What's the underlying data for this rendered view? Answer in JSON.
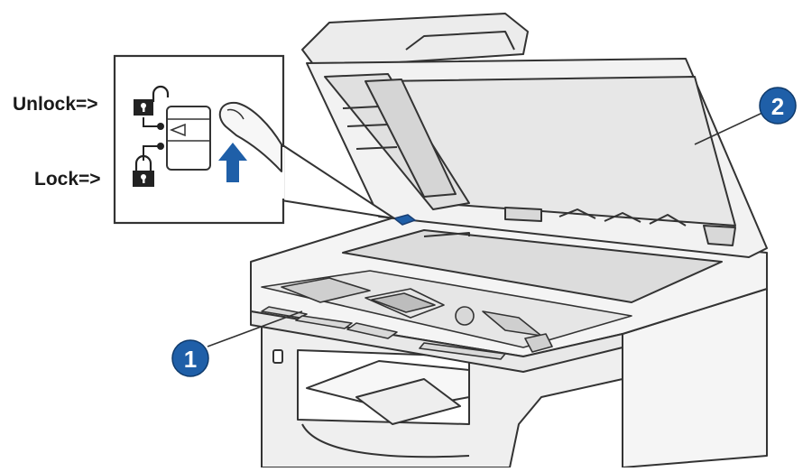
{
  "labels": {
    "unlock": "Unlock=>",
    "lock": "Lock=>"
  },
  "callouts": [
    {
      "number": "1"
    },
    {
      "number": "2"
    }
  ],
  "colors": {
    "line": "#333333",
    "body_fill": "#f2f2f2",
    "panel_fill": "#e6e6e6",
    "glass_fill": "#dcdcdc",
    "accent_blue": "#1f5fa8",
    "badge_blue": "#1f5fa8"
  },
  "icons": [
    "unlocked-padlock-icon",
    "locked-padlock-icon",
    "finger-icon",
    "up-arrow-icon",
    "scanner-lock-lever-icon"
  ]
}
